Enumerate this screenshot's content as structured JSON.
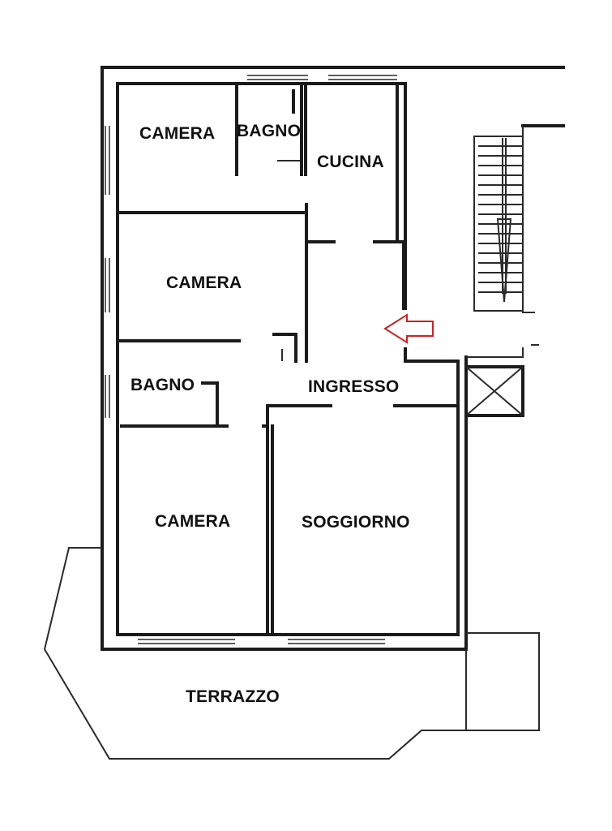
{
  "rooms": {
    "camera_top": "CAMERA",
    "bagno_top": "BAGNO",
    "cucina": "CUCINA",
    "camera_mid": "CAMERA",
    "bagno_mid": "BAGNO",
    "ingresso": "INGRESSO",
    "camera_bottom": "CAMERA",
    "soggiorno": "SOGGIORNO",
    "terrazzo": "TERRAZZO"
  },
  "colors": {
    "wall": "#1b1b1b",
    "entrance_arrow": "#cc2222",
    "background": "#ffffff"
  },
  "icons": {
    "entrance": "arrow-left-icon",
    "stairs_direction": "arrow-down-icon",
    "elevator": "elevator-shaft-icon"
  }
}
